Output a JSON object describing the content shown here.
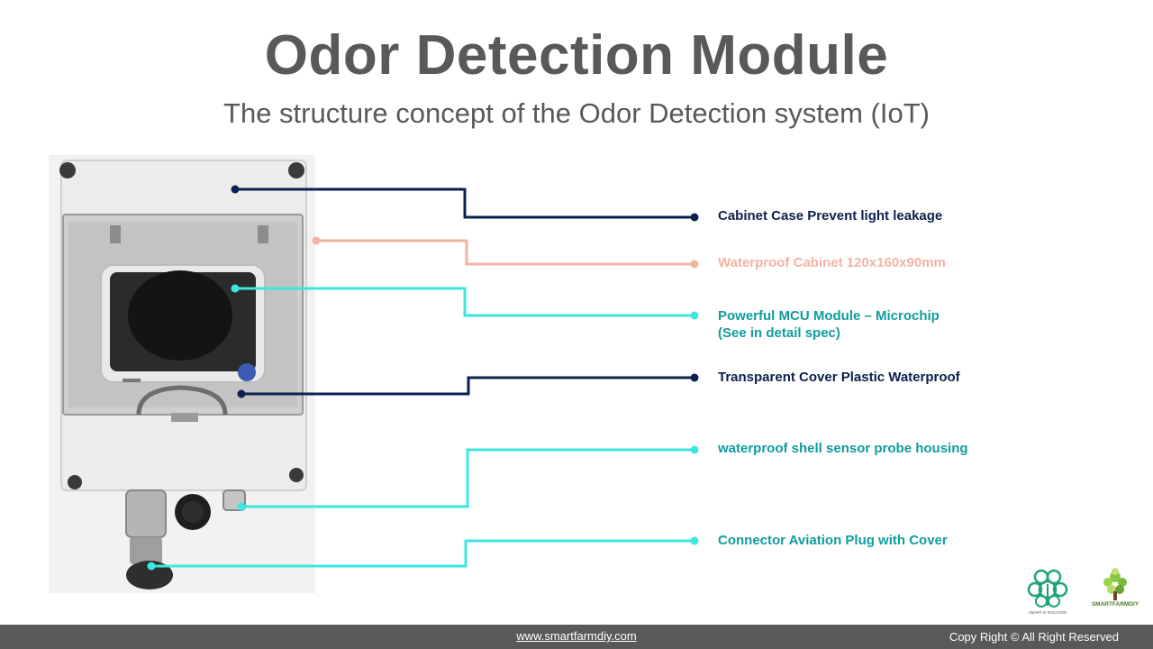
{
  "header": {
    "title": "Odor Detection Module",
    "subtitle": "The structure concept of the Odor Detection system (IoT)"
  },
  "callouts": [
    {
      "text": "Cabinet Case Prevent light leakage",
      "color": "#0d1f4e"
    },
    {
      "text": "Waterproof Cabinet 120x160x90mm",
      "color": "#f3b3a4"
    },
    {
      "text": "Powerful MCU Module – Microchip",
      "text2": "(See in detail spec)",
      "color": "#3ee6e0"
    },
    {
      "text": "Transparent Cover Plastic Waterproof",
      "color": "#0d1f4e"
    },
    {
      "text": "waterproof shell sensor probe housing",
      "color": "#3ee6e0"
    },
    {
      "text": "Connector Aviation Plug with Cover",
      "color": "#3ee6e0"
    }
  ],
  "logos": {
    "left": "SMART AI SOLUTION",
    "right": "SMARTFARMDIY"
  },
  "footer": {
    "link": "www.smartfarmdiy.com",
    "copyright": "Copy Right © All Right Reserved"
  }
}
